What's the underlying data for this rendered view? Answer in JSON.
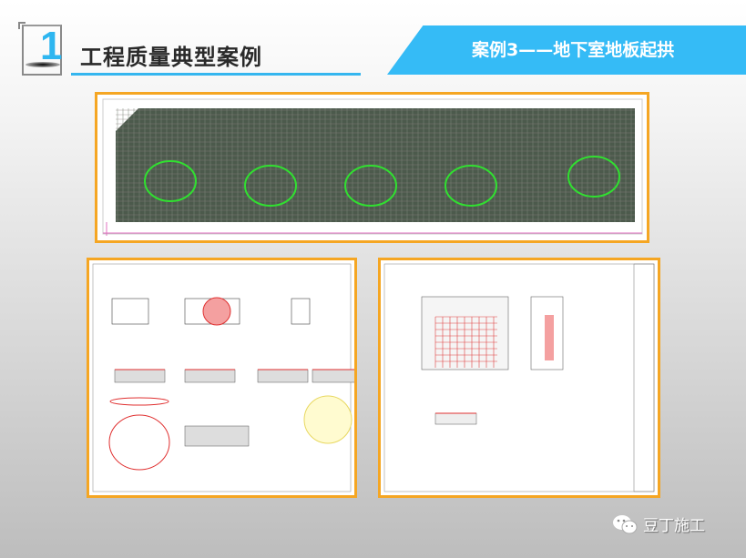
{
  "header": {
    "section_number": "1",
    "title": "工程质量典型案例",
    "case_title": "案例3——地下室地板起拱"
  },
  "watermark": {
    "icon": "wechat-icon",
    "text": "豆丁施工"
  },
  "colors": {
    "accent": "#35bbf6",
    "frame": "#f5a623"
  }
}
